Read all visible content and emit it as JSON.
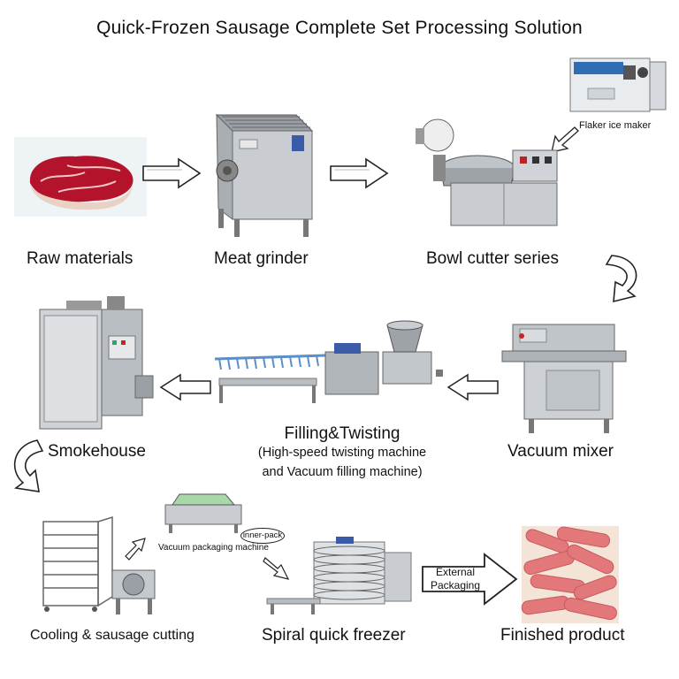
{
  "title": "Quick-Frozen Sausage Complete Set Processing Solution",
  "steps": {
    "raw_materials": "Raw materials",
    "meat_grinder": "Meat grinder",
    "bowl_cutter": "Bowl cutter series",
    "flaker_ice_maker": "Flaker ice maker",
    "vacuum_mixer": "Vacuum mixer",
    "filling_twisting": "Filling&Twisting",
    "filling_twisting_sub1": "(High-speed twisting machine",
    "filling_twisting_sub2": "and Vacuum filling machine)",
    "smokehouse": "Smokehouse",
    "cooling_cutting": "Cooling & sausage cutting",
    "vacuum_packaging": "Vacuum packaging machine",
    "inner_pack": "inner-pack",
    "spiral_freezer": "Spiral quick freezer",
    "external_packaging_1": "External",
    "external_packaging_2": "Packaging",
    "finished_product": "Finished product"
  }
}
